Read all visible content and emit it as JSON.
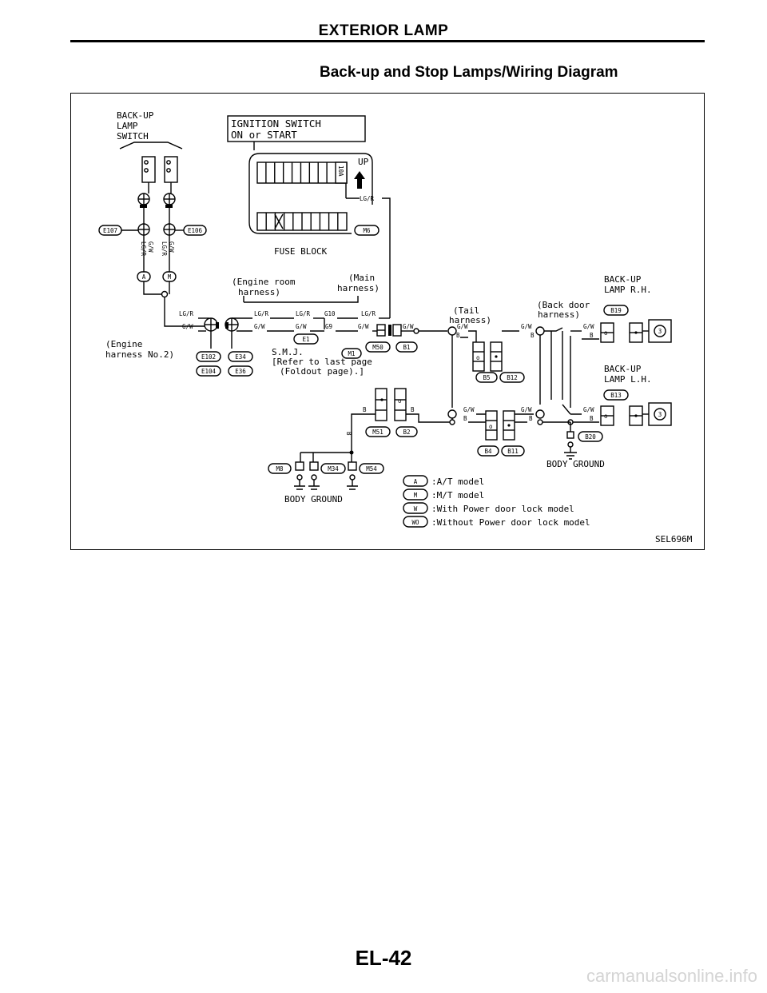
{
  "header": {
    "title": "EXTERIOR LAMP",
    "subtitle": "Back-up and Stop Lamps/Wiring Diagram"
  },
  "diagram": {
    "components": {
      "backup_switch": [
        "BACK-UP",
        "LAMP",
        "SWITCH"
      ],
      "ignition_switch": [
        "IGNITION SWITCH",
        "ON or START"
      ],
      "fuse_block": "FUSE BLOCK",
      "fuse_rating": "10A",
      "up_label": "UP",
      "engine_room_harness": [
        "(Engine room",
        "harness)"
      ],
      "main_harness": [
        "(Main",
        "harness)"
      ],
      "engine_harness": [
        "(Engine",
        "harness No.2)"
      ],
      "tail_harness": [
        "(Tail",
        "harness)"
      ],
      "back_door_harness": [
        "(Back door",
        "harness)"
      ],
      "backup_lamp_rh": [
        "BACK-UP",
        "LAMP R.H."
      ],
      "backup_lamp_lh": [
        "BACK-UP",
        "LAMP L.H."
      ],
      "smj": "S.M.J.",
      "smj_ref": [
        "[Refer to last page",
        "(Foldout page).]"
      ],
      "body_ground_left": "BODY GROUND",
      "body_ground_right": "BODY GROUND"
    },
    "connectors": {
      "e107": "E107",
      "e106": "E106",
      "m6": "M6",
      "e102": "E102",
      "e104": "E104",
      "e34": "E34",
      "e36": "E36",
      "e1": "E1",
      "m1": "M1",
      "m50": "M50",
      "b1": "B1",
      "b19": "B19",
      "b5": "B5",
      "b12": "B12",
      "b13": "B13",
      "m51": "M51",
      "b2": "B2",
      "b20": "B20",
      "b4": "B4",
      "b11": "B11",
      "m8": "M8",
      "m34": "M34",
      "m54": "M54"
    },
    "terminals": {
      "g10": "G10",
      "g9": "G9"
    },
    "wires": {
      "lg_r": "LG/R",
      "g_w": "G/W",
      "b": "B"
    },
    "legend": [
      {
        "code": "A",
        "text": ":A/T model"
      },
      {
        "code": "M",
        "text": ":M/T model"
      },
      {
        "code": "W",
        "text": ":With Power door lock model"
      },
      {
        "code": "WO",
        "text": ":Without Power door lock model"
      }
    ],
    "ref_code": "SEL696M"
  },
  "footer": {
    "page_number": "EL-42",
    "watermark": "carmanualsonline.info"
  }
}
